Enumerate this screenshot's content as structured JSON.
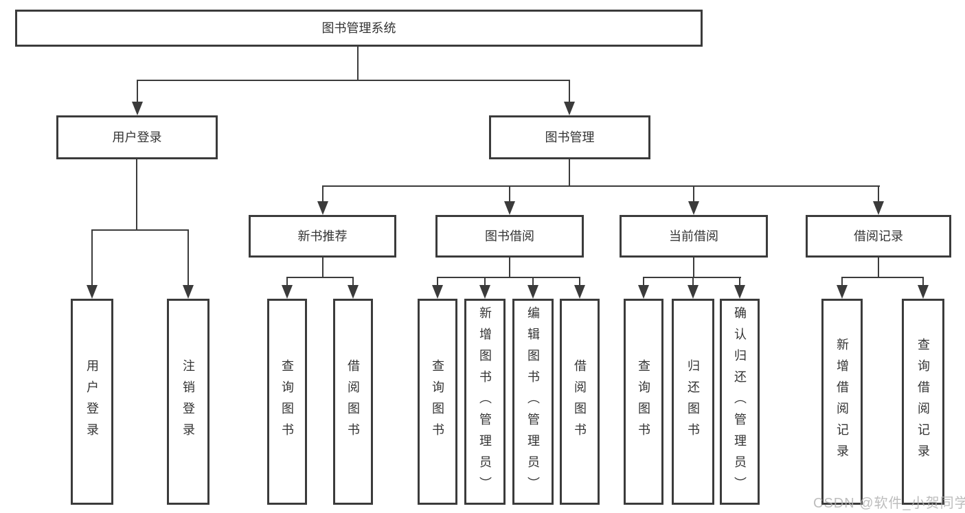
{
  "tree": {
    "root": "图书管理系统",
    "children": [
      {
        "label": "用户登录",
        "children": [
          "用户登录",
          "注销登录"
        ]
      },
      {
        "label": "图书管理",
        "children": [
          {
            "label": "新书推荐",
            "children": [
              "查询图书",
              "借阅图书"
            ]
          },
          {
            "label": "图书借阅",
            "children": [
              "查询图书",
              "新增图书（管理员）",
              "编辑图书（管理员）",
              "借阅图书"
            ]
          },
          {
            "label": "当前借阅",
            "children": [
              "查询图书",
              "归还图书",
              "确认归还（管理员）"
            ]
          },
          {
            "label": "借阅记录",
            "children": [
              "新增借阅记录",
              "查询借阅记录"
            ]
          }
        ]
      }
    ]
  },
  "watermark": {
    "text": "CSDN @软件_小贺同学"
  },
  "colors": {
    "line": "#3b3b3b",
    "text": "#333333",
    "watermark": "#b2b2b2",
    "background": "#ffffff"
  }
}
